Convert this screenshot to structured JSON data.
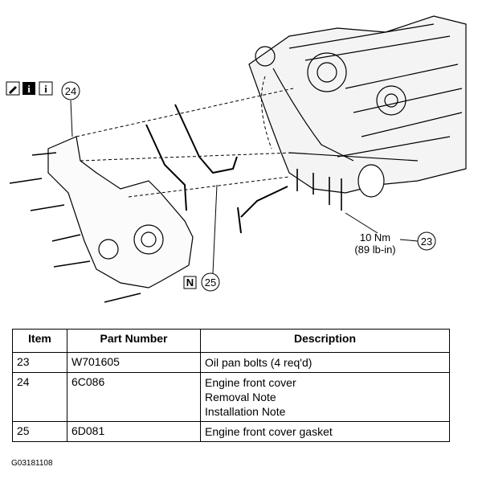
{
  "callouts": {
    "c23": "23",
    "c24": "24",
    "c25": "25",
    "n_box": "N",
    "torque_nm": "10 Nm",
    "torque_lbin": "(89 lb-in)"
  },
  "icons": [
    "wrench-icon",
    "info-icon",
    "info-icon"
  ],
  "table": {
    "headers": {
      "item": "Item",
      "part": "Part Number",
      "desc": "Description"
    },
    "rows": [
      {
        "item": "23",
        "part": "W701605",
        "desc": [
          "Oil pan bolts (4 req'd)"
        ]
      },
      {
        "item": "24",
        "part": "6C086",
        "desc": [
          "Engine front cover",
          "Removal Note",
          "Installation Note"
        ]
      },
      {
        "item": "25",
        "part": "6D081",
        "desc": [
          "Engine front cover gasket"
        ]
      }
    ]
  },
  "figure_id": "G03181108"
}
